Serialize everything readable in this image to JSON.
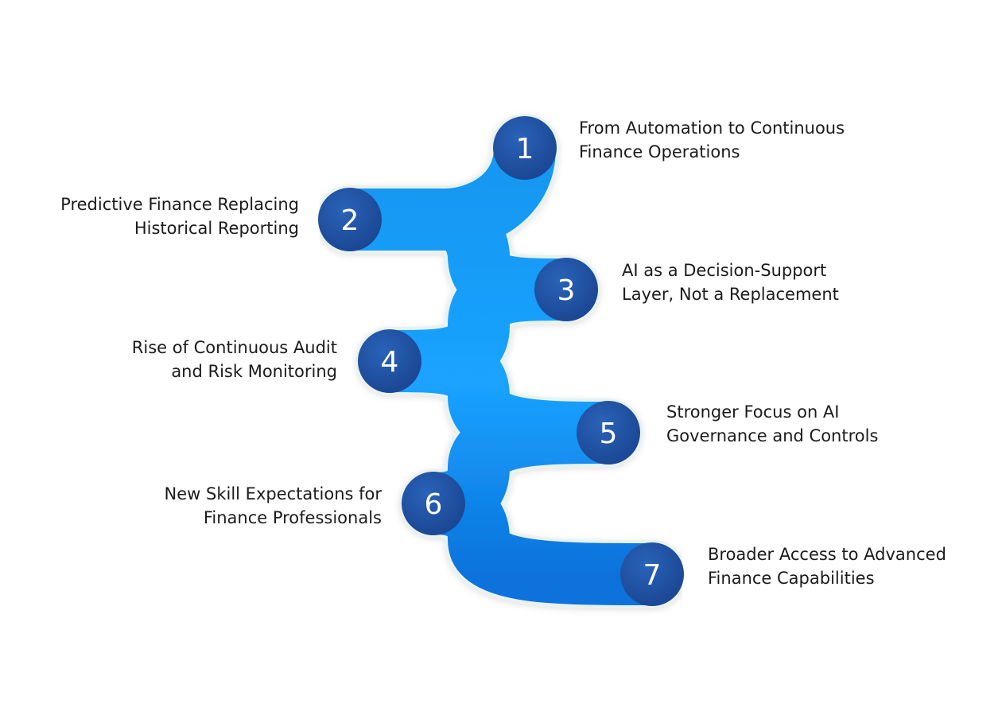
{
  "colors": {
    "ribbon_light": "#1aa3ff",
    "ribbon_dark": "#0a6fd8",
    "circle": "#1e4fa3",
    "outline": "#eaf3f0",
    "text": "#1b1b1b"
  },
  "steps": [
    {
      "number": "1",
      "line1": "From Automation to Continuous",
      "line2": "Finance Operations"
    },
    {
      "number": "2",
      "line1": "Predictive Finance Replacing",
      "line2": "Historical Reporting"
    },
    {
      "number": "3",
      "line1": "AI as a Decision-Support",
      "line2": "Layer, Not a Replacement"
    },
    {
      "number": "4",
      "line1": "Rise of Continuous Audit",
      "line2": "and Risk Monitoring"
    },
    {
      "number": "5",
      "line1": "Stronger Focus on AI",
      "line2": "Governance and Controls"
    },
    {
      "number": "6",
      "line1": "New Skill Expectations for",
      "line2": "Finance Professionals"
    },
    {
      "number": "7",
      "line1": "Broader Access to Advanced",
      "line2": "Finance Capabilities"
    }
  ]
}
